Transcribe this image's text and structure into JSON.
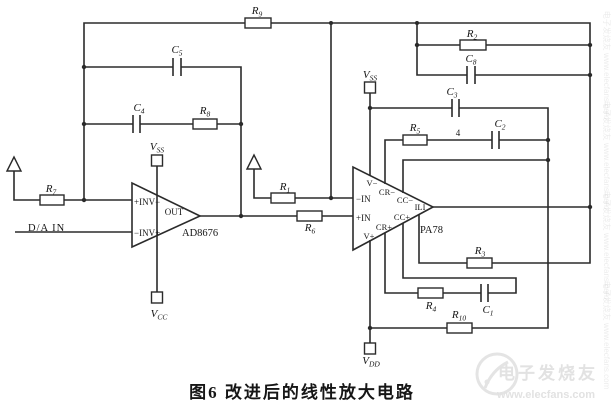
{
  "figure_caption": "图6  改进后的线性放大电路",
  "input_label": "D/A IN",
  "opamp1": {
    "name": "AD8676",
    "pin_top": "+INV−",
    "pin_out": "OUT",
    "pin_bottom": "−INV+"
  },
  "opamp2": {
    "name": "PA78",
    "pin_vminus": "V−",
    "pin_crminus": "CR−",
    "pin_ccminus": "CC−",
    "pin_ili": "ILI",
    "pin_ccplus": "CC+",
    "pin_crplus": "CR+",
    "pin_vplus": "V+",
    "pin_inminus": "−IN",
    "pin_inplus": "+IN",
    "pin_number": "4"
  },
  "components": {
    "r1": {
      "main": "R",
      "sub": "1"
    },
    "r2": {
      "main": "R",
      "sub": "2"
    },
    "r3": {
      "main": "R",
      "sub": "3"
    },
    "r4": {
      "main": "R",
      "sub": "4"
    },
    "r5": {
      "main": "R",
      "sub": "5"
    },
    "r6": {
      "main": "R",
      "sub": "6"
    },
    "r7": {
      "main": "R",
      "sub": "7"
    },
    "r8": {
      "main": "R",
      "sub": "8"
    },
    "r9": {
      "main": "R",
      "sub": "9"
    },
    "r10": {
      "main": "R",
      "sub": "10"
    },
    "c1": {
      "main": "C",
      "sub": "1"
    },
    "c2": {
      "main": "C",
      "sub": "2"
    },
    "c3": {
      "main": "C",
      "sub": "3"
    },
    "c4": {
      "main": "C",
      "sub": "4"
    },
    "c5": {
      "main": "C",
      "sub": "5"
    },
    "c8": {
      "main": "C",
      "sub": "8"
    },
    "vss1": {
      "main": "V",
      "sub": "SS"
    },
    "vss2": {
      "main": "V",
      "sub": "SS"
    },
    "vcc": {
      "main": "V",
      "sub": "CC"
    },
    "vdd": {
      "main": "V",
      "sub": "DD"
    }
  },
  "watermark": {
    "brand": "电子发烧友",
    "site": "www.elecfans.com",
    "side": "电子发烧友 www.elecfans.com"
  },
  "colors": {
    "wire": "#2b2b2b",
    "text": "#161616",
    "watermark": "#e2e2e2",
    "background": "#ffffff"
  }
}
